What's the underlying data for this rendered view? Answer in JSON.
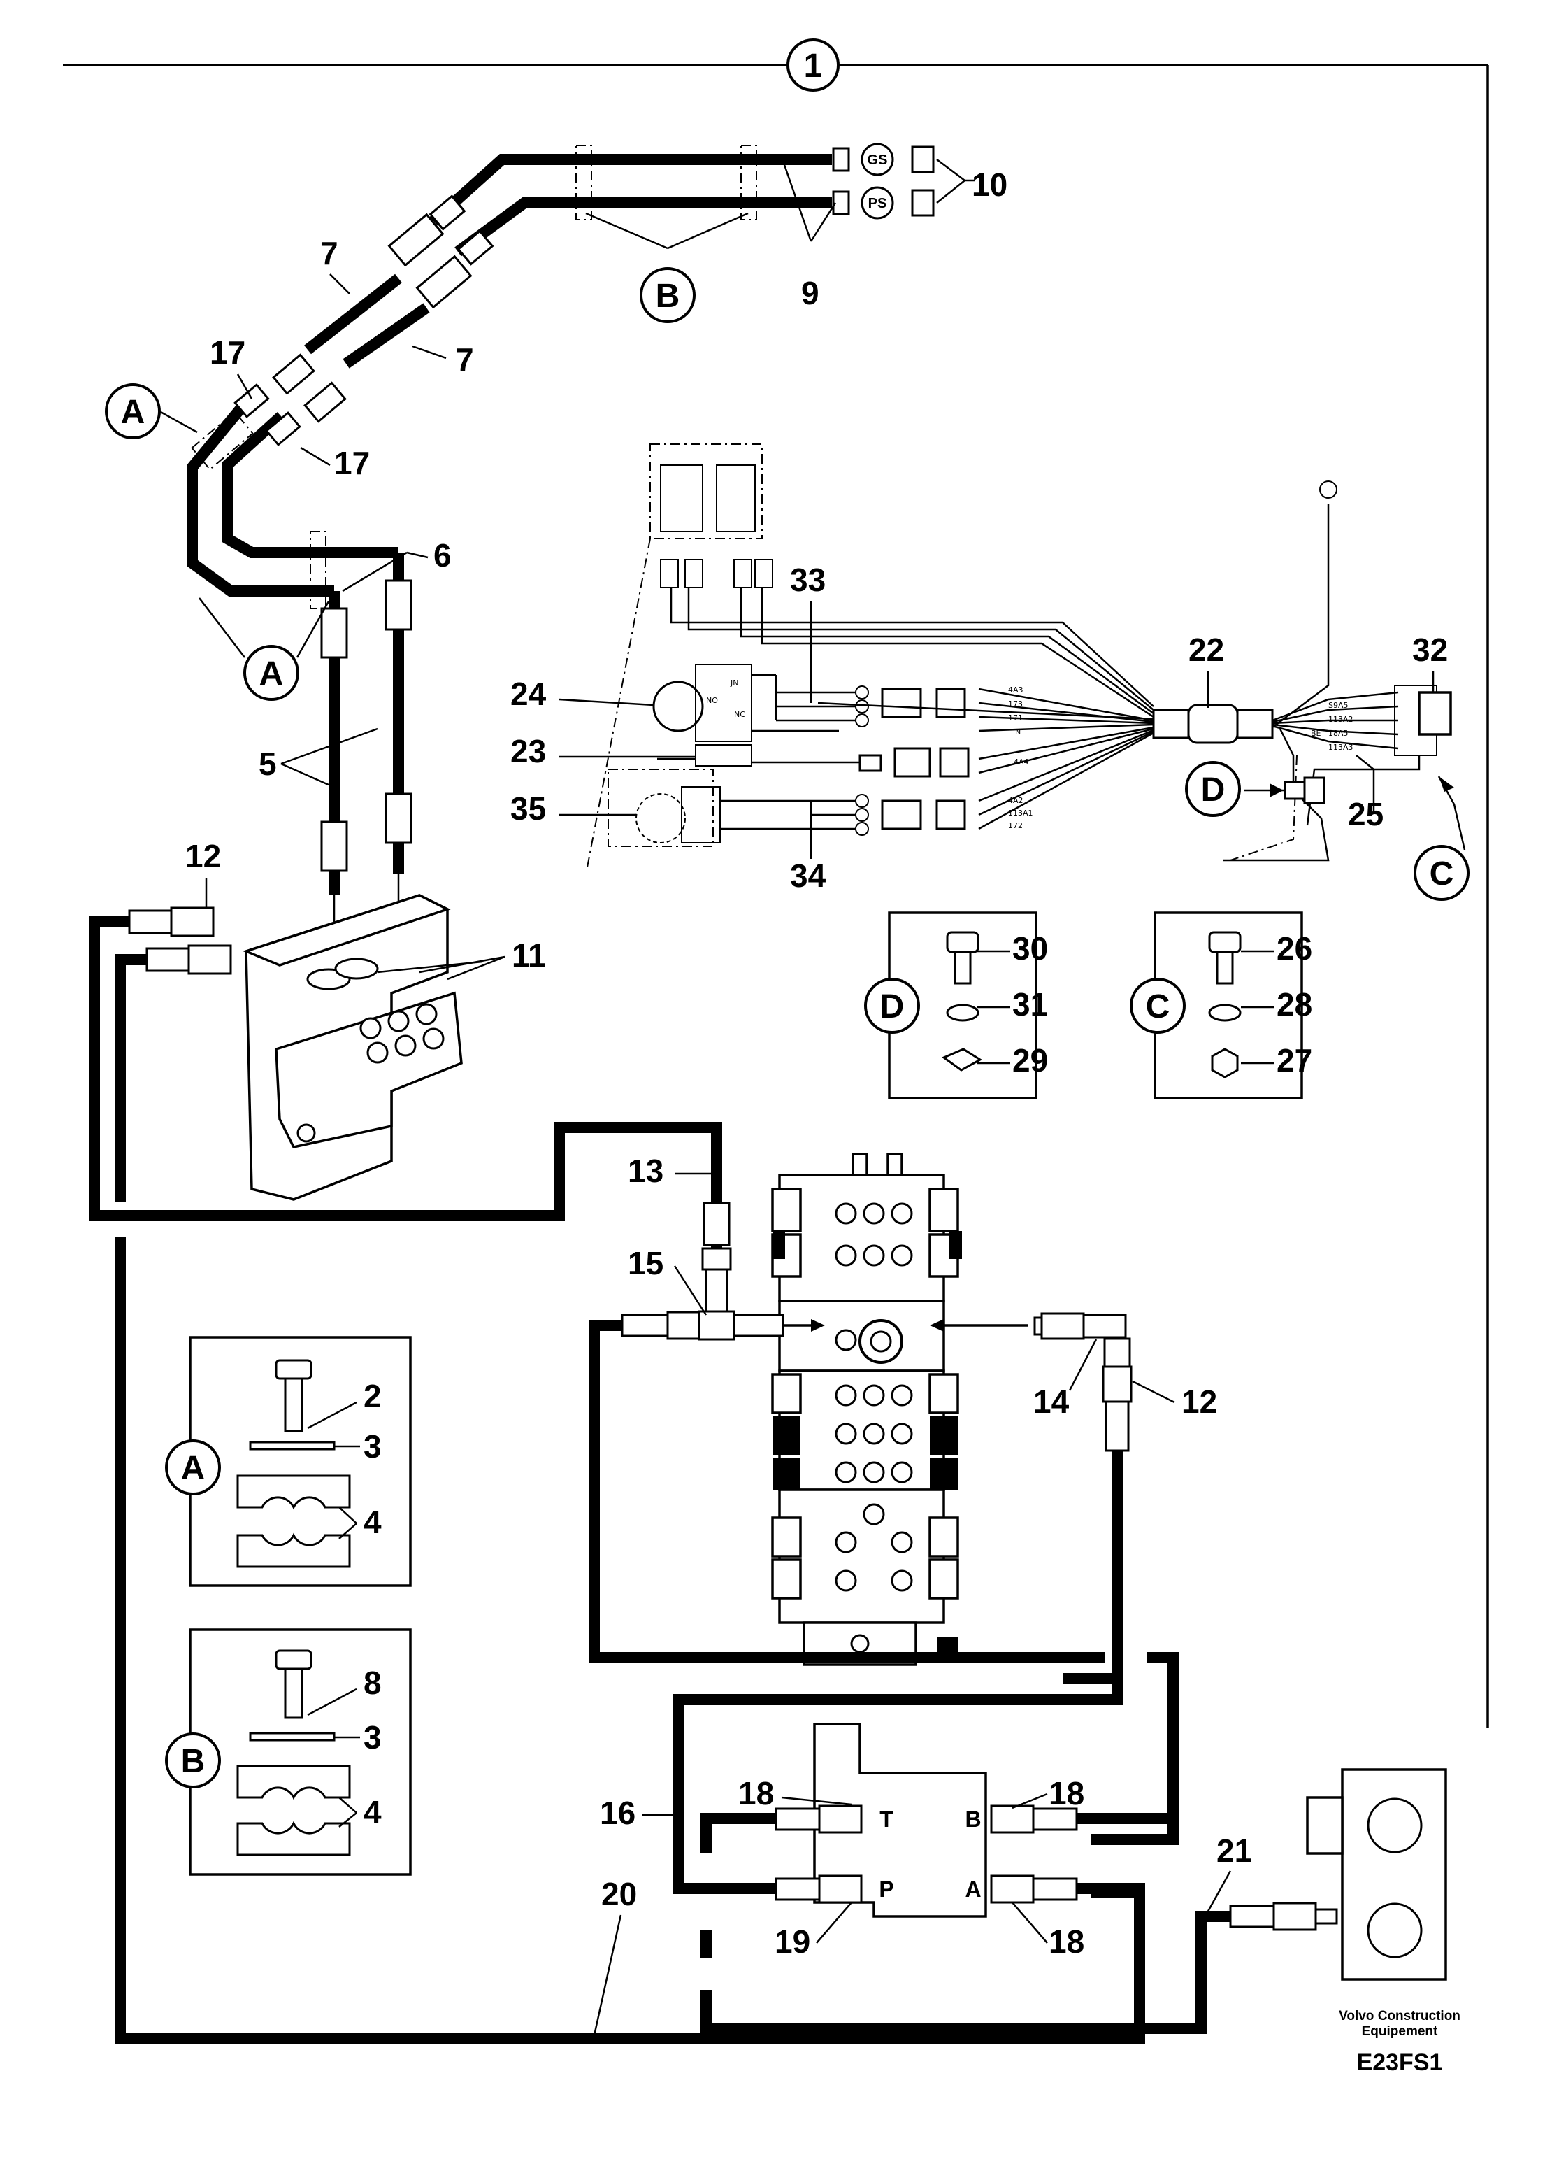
{
  "sheet_number": "1",
  "detail_letters": [
    "A",
    "B",
    "C",
    "D"
  ],
  "callouts": {
    "n2": "2",
    "n3": "3",
    "n4": "4",
    "n5": "5",
    "n6": "6",
    "n7": "7",
    "n8": "8",
    "n9": "9",
    "n10": "10",
    "n11": "11",
    "n12": "12",
    "n13": "13",
    "n14": "14",
    "n15": "15",
    "n16": "16",
    "n17": "17",
    "n18": "18",
    "n19": "19",
    "n20": "20",
    "n21": "21",
    "n22": "22",
    "n23": "23",
    "n24": "24",
    "n25": "25",
    "n26": "26",
    "n27": "27",
    "n28": "28",
    "n29": "29",
    "n30": "30",
    "n31": "31",
    "n32": "32",
    "n33": "33",
    "n34": "34",
    "n35": "35"
  },
  "hose_tags": {
    "gs": "GS",
    "ps": "PS"
  },
  "valve_ports": {
    "t": "T",
    "p": "P",
    "b": "B",
    "a": "A"
  },
  "wire_labels": [
    "JN",
    "NO",
    "NC",
    "4A3",
    "173",
    "171",
    "N",
    "4A4",
    "4A2",
    "113A1",
    "172",
    "S9A5",
    "113A2",
    "18A5",
    "113A3",
    "BE"
  ],
  "brand": {
    "line1": "Volvo Construction",
    "line2": "Equipement"
  },
  "drawing_code": "E23FS1"
}
